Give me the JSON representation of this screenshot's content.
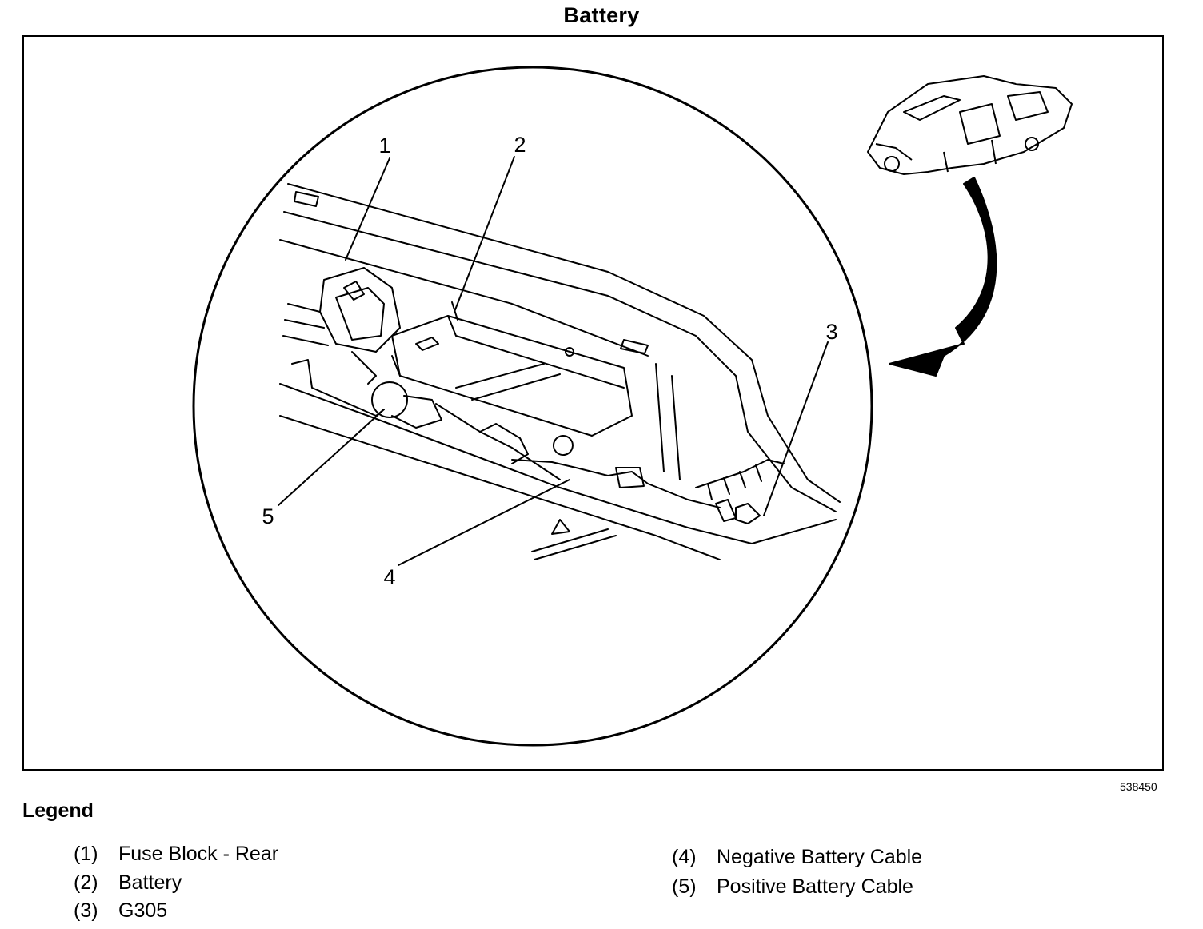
{
  "title": "Battery",
  "figure_id": "538450",
  "callouts": [
    "1",
    "2",
    "3",
    "4",
    "5"
  ],
  "legend": {
    "title": "Legend",
    "items": [
      {
        "num": "(1)",
        "label": "Fuse Block - Rear"
      },
      {
        "num": "(2)",
        "label": "Battery"
      },
      {
        "num": "(3)",
        "label": "G305"
      },
      {
        "num": "(4)",
        "label": "Negative Battery Cable"
      },
      {
        "num": "(5)",
        "label": "Positive Battery Cable"
      }
    ]
  }
}
